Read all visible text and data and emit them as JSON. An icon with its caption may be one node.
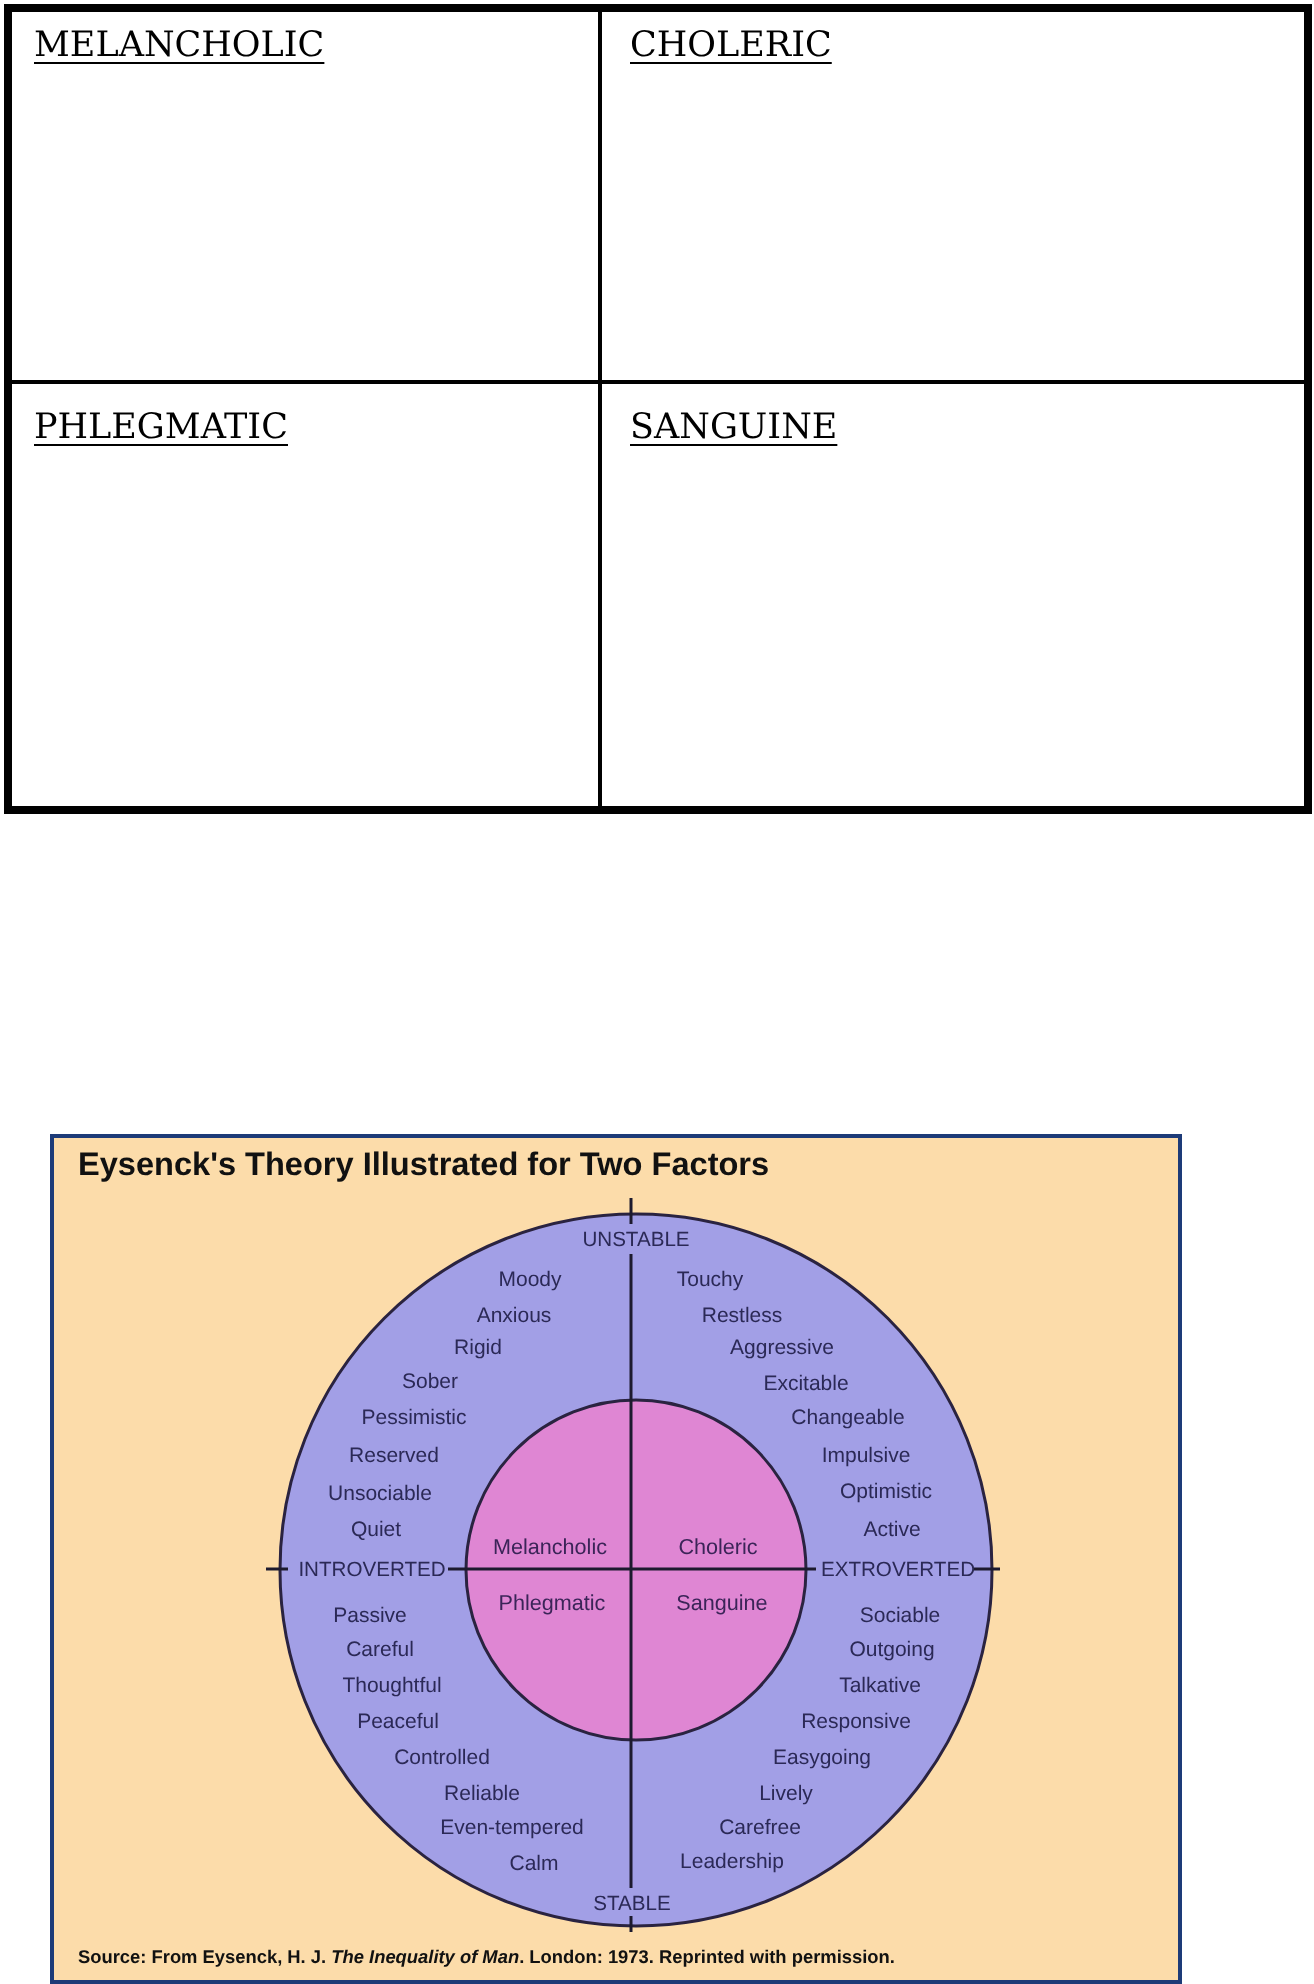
{
  "diagram": {
    "nodes": [
      {
        "text": [
          "Eysenck's Theory Illustrated for Two Factors",
          "Source: From Eysenck, H. J. *The Inequality of Man*. London: 1973. Reprinted with permission."
        ]
      },
      {
        "text": [
          "UNSTABLE",
          "Moody",
          "Touchy",
          "Anxious",
          "Restless",
          "Rigid",
          "Aggressive",
          "Sober",
          "Excitable",
          "Pessimistic",
          "Changeable",
          "Reserved",
          "Impulsive",
          "Unsociable",
          "Optimistic",
          "Quiet",
          "Active",
          "INTROVERTED",
          "EXTROVERTED",
          "Passive",
          "Sociable",
          "Careful",
          "Outgoing",
          "Thoughtful",
          "Talkative",
          "Peaceful",
          "Responsive",
          "Controlled",
          "Easygoing",
          "Reliable",
          "Lively",
          "Even-tempered",
          "Carefree",
          "Calm",
          "Leadership",
          "STABLE"
        ],
        "in": 0
      },
      {
        "text": [
          "Melancholic",
          "Choleric",
          "Phlegmatic",
          "Sanguine"
        ],
        "in": 1
      }
    ],
    "labels": [
      "MELANCHOLIC",
      "CHOLERIC",
      "PHLEGMATIC",
      "SANGUINE"
    ]
  }
}
